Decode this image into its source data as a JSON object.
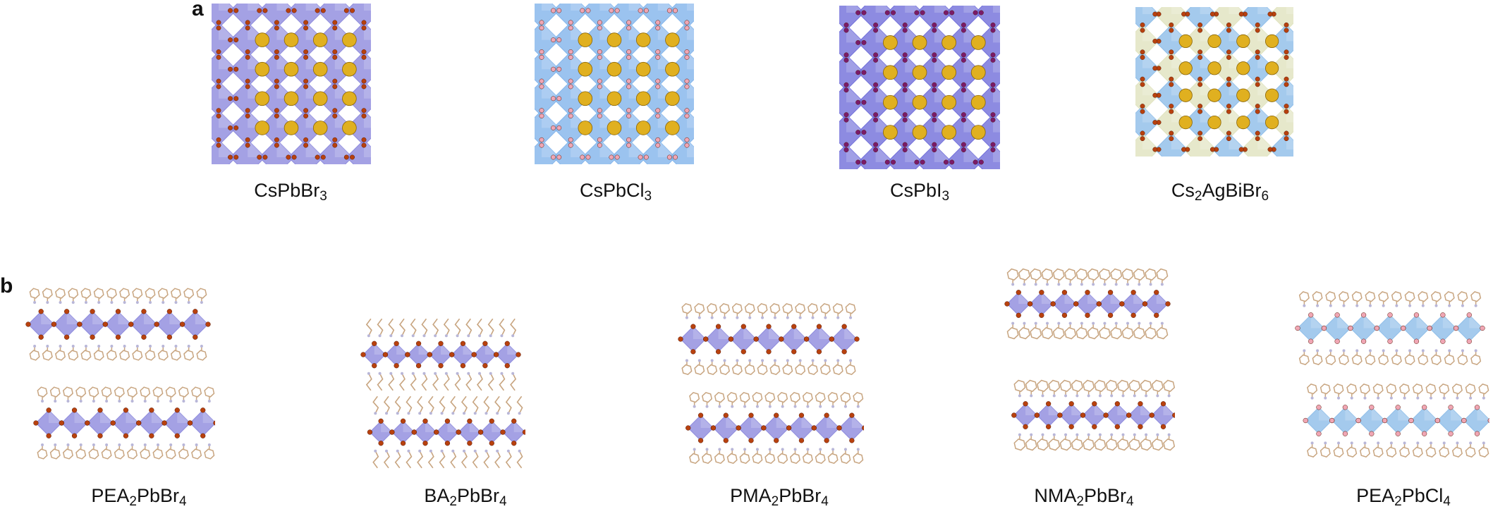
{
  "figure": {
    "panel_a": {
      "label": "a",
      "structures": [
        {
          "id": "cspbbr3",
          "caption_parts": [
            "CsPbBr",
            "3",
            ""
          ],
          "octahedron_color": "#8a86dc",
          "octahedron_alt_color": null,
          "x_atom_color": "#b8410e",
          "a_site_color": "#e0b020"
        },
        {
          "id": "cspbcl3",
          "caption_parts": [
            "CsPbCl",
            "3",
            ""
          ],
          "octahedron_color": "#7fb2ea",
          "octahedron_alt_color": null,
          "x_atom_color": "#f0a6b4",
          "a_site_color": "#e0b020"
        },
        {
          "id": "cspbi3",
          "caption_parts": [
            "CsPbI",
            "3",
            ""
          ],
          "octahedron_color": "#6d6ad8",
          "octahedron_alt_color": null,
          "x_atom_color": "#7a1a6a",
          "a_site_color": "#e0b020"
        },
        {
          "id": "cs2agbibr6",
          "caption_parts": [
            "Cs",
            "2",
            "AgBiBr",
            "6"
          ],
          "octahedron_color": "#8bbbe8",
          "octahedron_alt_color": "#dfe2bd",
          "x_atom_color": "#b8410e",
          "a_site_color": "#e0b020"
        }
      ]
    },
    "panel_b": {
      "label": "b",
      "structures": [
        {
          "id": "pea2pbbr4",
          "caption_parts": [
            "PEA",
            "2",
            "PbBr",
            "4"
          ],
          "octahedron_color": "#8a86dc",
          "x_atom_color": "#b8410e",
          "organic": "rings"
        },
        {
          "id": "ba2pbbr4",
          "caption_parts": [
            "BA",
            "2",
            "PbBr",
            "4"
          ],
          "octahedron_color": "#8a86dc",
          "x_atom_color": "#b8410e",
          "organic": "chains"
        },
        {
          "id": "pma2pbbr4",
          "caption_parts": [
            "PMA",
            "2",
            "PbBr",
            "4"
          ],
          "octahedron_color": "#8a86dc",
          "x_atom_color": "#b8410e",
          "organic": "benzyl"
        },
        {
          "id": "nma2pbbr4",
          "caption_parts": [
            "NMA",
            "2",
            "PbBr",
            "4"
          ],
          "octahedron_color": "#8a86dc",
          "x_atom_color": "#b8410e",
          "organic": "naphthyl"
        },
        {
          "id": "pea2pbcl4",
          "caption_parts": [
            "PEA",
            "2",
            "PbCl",
            "4"
          ],
          "octahedron_color": "#8bbbe8",
          "x_atom_color": "#f0a6b4",
          "organic": "rings"
        }
      ]
    },
    "organic_color": "#c8a580",
    "nitrogen_color": "#b8b6d8"
  }
}
